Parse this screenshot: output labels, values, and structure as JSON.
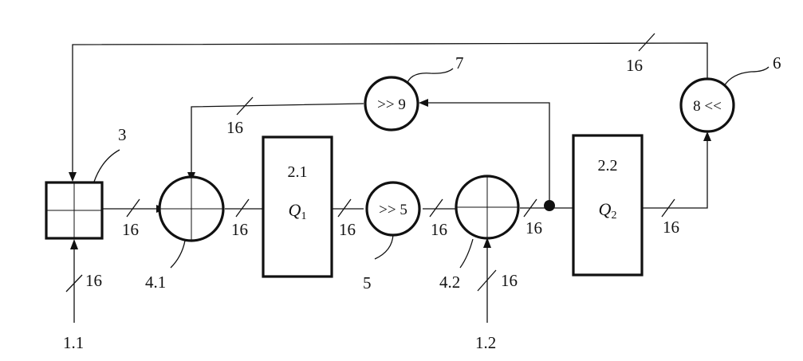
{
  "inputs": {
    "in_1_1": "1.1",
    "in_1_2": "1.2"
  },
  "blocks": {
    "block_3": "3",
    "adder_4_1": "4.1",
    "adder_4_2": "4.2",
    "quant_2_1": {
      "id": "2.1",
      "symbol": "Q",
      "subscript": "1"
    },
    "quant_2_2": {
      "id": "2.2",
      "symbol": "Q",
      "subscript": "2"
    },
    "shift_5": {
      "id": "5",
      "op": ">> 5"
    },
    "shift_7": {
      "id": "7",
      "op": ">> 9"
    },
    "shift_6": {
      "id": "6",
      "op": "8 <<"
    }
  },
  "bus_widths": {
    "top_feedback": "16",
    "mid_feedback": "16",
    "in_1_1": "16",
    "b3_to_adder": "16",
    "adder_to_q1": "16",
    "q1_to_shift": "16",
    "shift_to_adder": "16",
    "adder_to_node": "16",
    "q2_out": "16",
    "in_1_2": "16"
  }
}
